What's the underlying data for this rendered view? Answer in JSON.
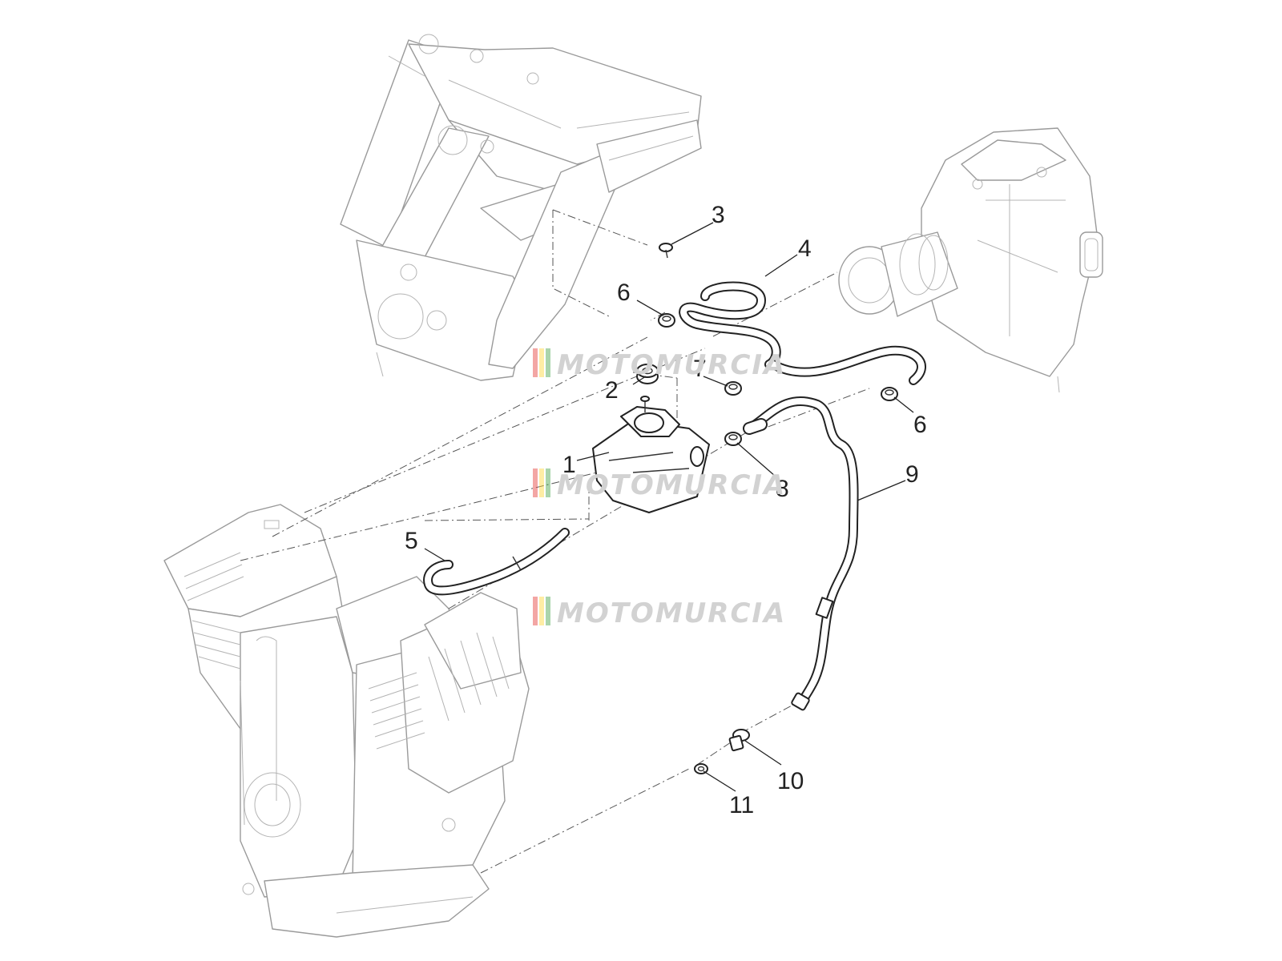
{
  "watermark": {
    "text": "MOTOMURCIA",
    "stripe_colors": [
      "#e53935",
      "#fdd835",
      "#43a047"
    ]
  },
  "callouts": {
    "c1": "1",
    "c2": "2",
    "c3": "3",
    "c4": "4",
    "c5": "5",
    "c6a": "6",
    "c6b": "6",
    "c7": "7",
    "c8": "8",
    "c9": "9",
    "c10": "10",
    "c11": "11"
  }
}
